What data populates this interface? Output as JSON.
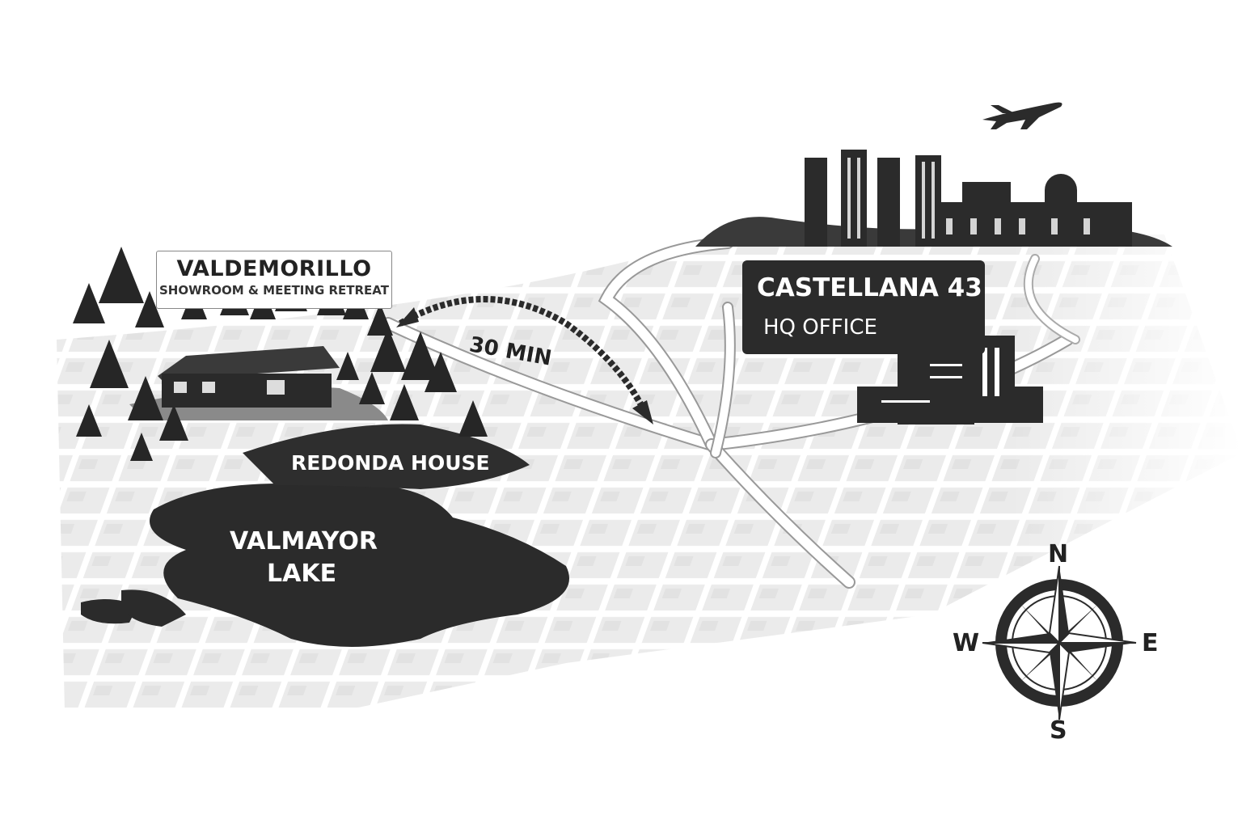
{
  "map": {
    "origin": {
      "title": "VALDEMORILLO",
      "subtitle": "SHOWROOM & MEETING RETREAT",
      "house_label": "REDONDA HOUSE",
      "lake_label_line1": "VALMAYOR",
      "lake_label_line2": "LAKE"
    },
    "route": {
      "travel_time": "30 MIN"
    },
    "destination": {
      "title": "CASTELLANA 43",
      "subtitle": "HQ OFFICE"
    },
    "compass": {
      "north": "N",
      "south": "S",
      "east": "E",
      "west": "W"
    },
    "colors": {
      "ink": "#2b2b2b",
      "block": "#e6e6e6",
      "road": "#ffffff"
    }
  }
}
